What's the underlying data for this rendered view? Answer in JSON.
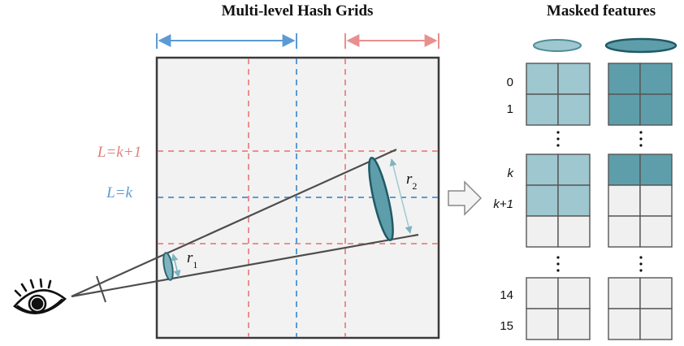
{
  "titles": {
    "left": "Multi-level Hash Grids",
    "right": "Masked features"
  },
  "labels": {
    "level_k1": "L=k+1",
    "level_k": "L=k",
    "r1": "r",
    "r1_sub": "1",
    "r2": "r",
    "r2_sub": "2"
  },
  "row_labels": [
    "0",
    "1",
    "k",
    "k+1",
    "14",
    "15"
  ],
  "colors": {
    "blue": "#5b9bd5",
    "red": "#e8908f",
    "teal_light": "#9ec7cf",
    "teal_dark": "#5e9eab",
    "teal_stroke": "#1f5a66",
    "empty": "#f0f0f0",
    "grid_bg": "#f2f2f2"
  },
  "icons": [
    "eye-icon",
    "arrow-right-icon"
  ]
}
